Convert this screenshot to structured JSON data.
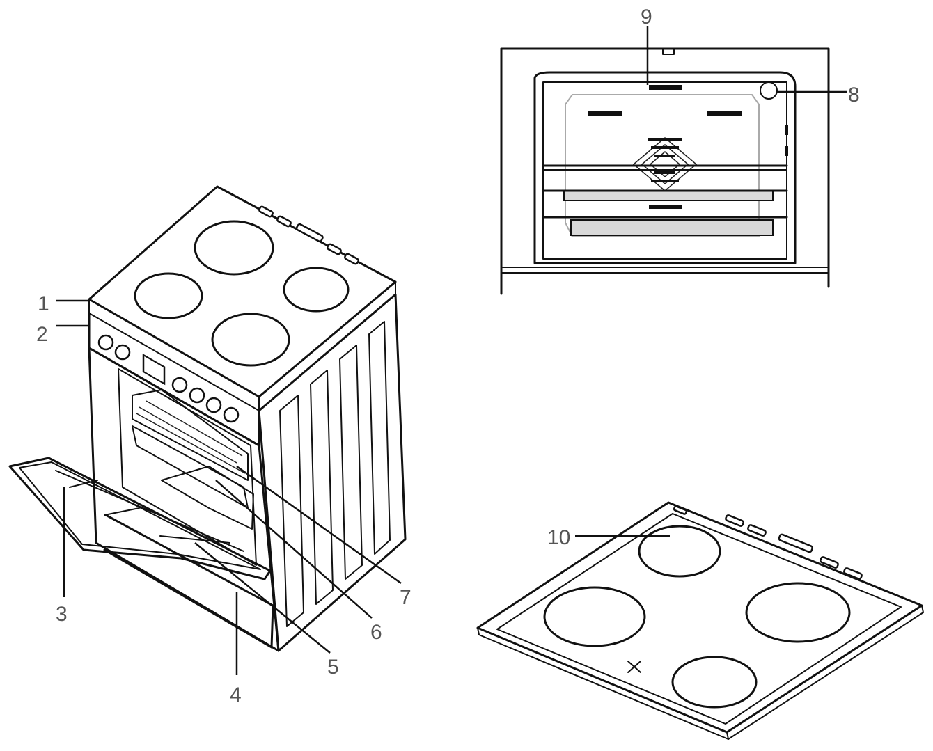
{
  "labels": [
    {
      "id": "1",
      "text": "1"
    },
    {
      "id": "2",
      "text": "2"
    },
    {
      "id": "3",
      "text": "3"
    },
    {
      "id": "4",
      "text": "4"
    },
    {
      "id": "5",
      "text": "5"
    },
    {
      "id": "6",
      "text": "6"
    },
    {
      "id": "7",
      "text": "7"
    },
    {
      "id": "8",
      "text": "8"
    },
    {
      "id": "9",
      "text": "9"
    },
    {
      "id": "10",
      "text": "10"
    }
  ],
  "colors": {
    "line": "#111111",
    "label": "#555555",
    "tray": "#d9d9d9",
    "background": "#ffffff"
  }
}
